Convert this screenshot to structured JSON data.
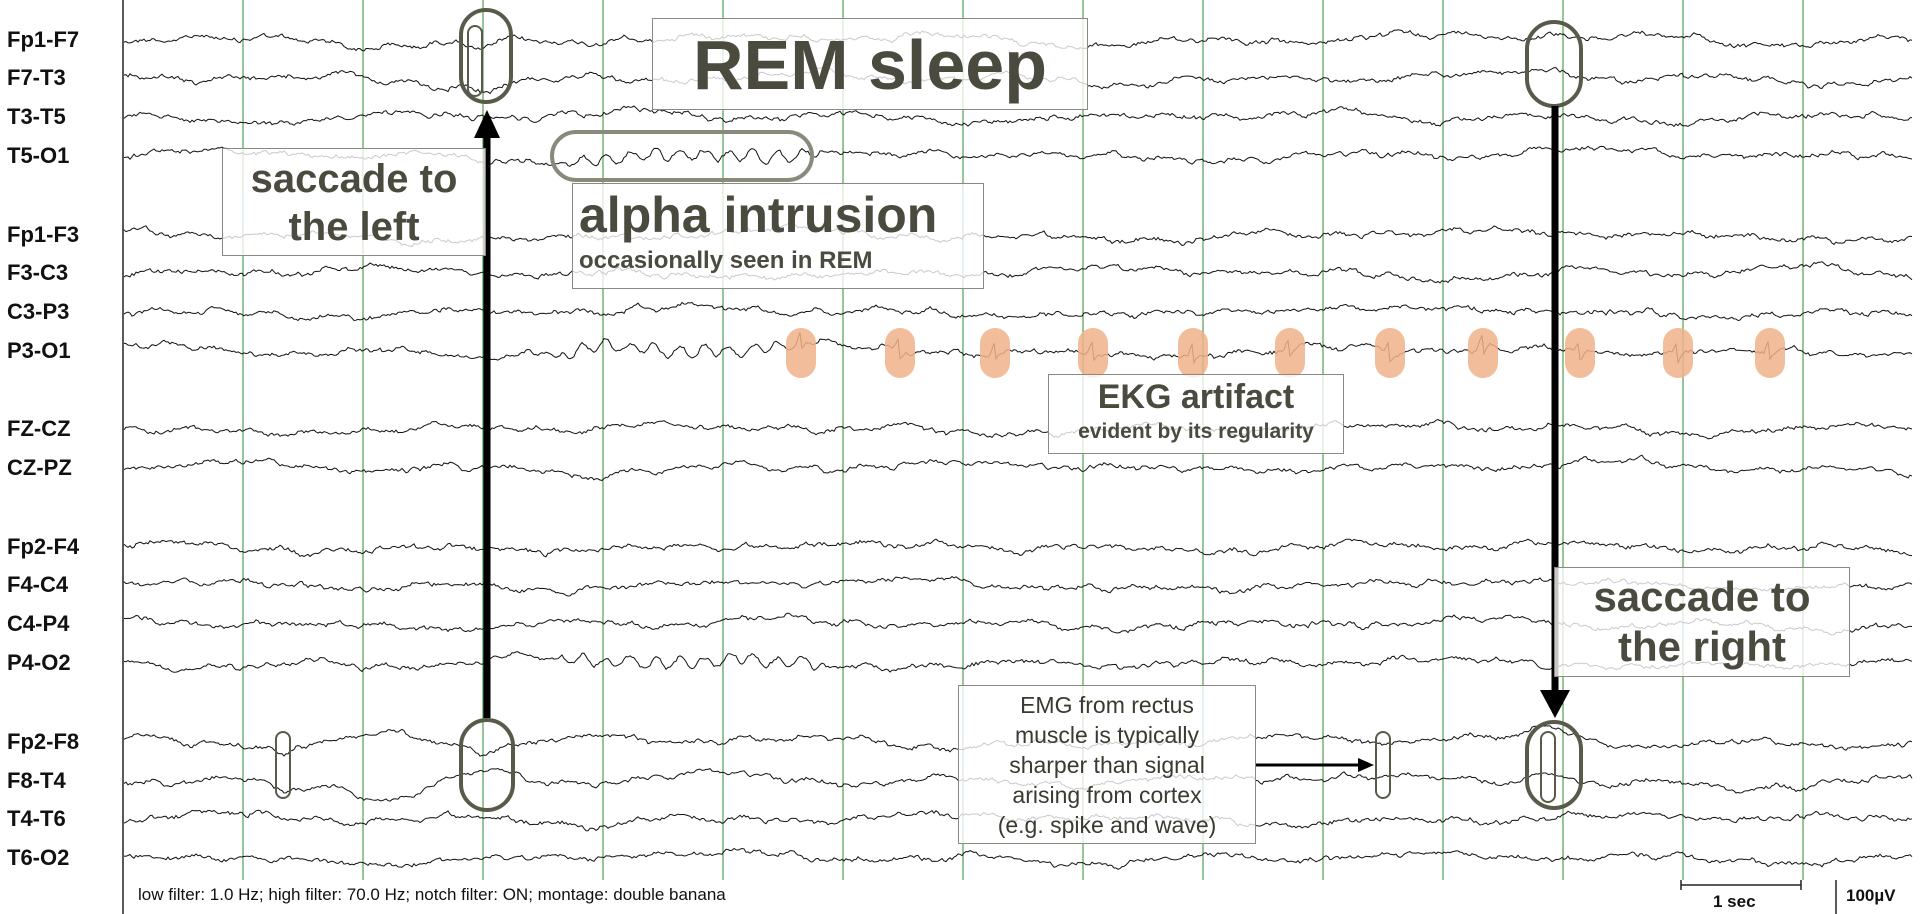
{
  "channels": [
    "Fp1-F7",
    "F7-T3",
    "T3-T5",
    "T5-O1",
    "Fp1-F3",
    "F3-C3",
    "C3-P3",
    "P3-O1",
    "FZ-CZ",
    "CZ-PZ",
    "Fp2-F4",
    "F4-C4",
    "C4-P4",
    "P4-O2",
    "Fp2-F8",
    "F8-T4",
    "T4-T6",
    "T6-O2"
  ],
  "annotations": {
    "title": "REM sleep",
    "saccade_left_1": "saccade to",
    "saccade_left_2": "the left",
    "alpha_title": "alpha intrusion",
    "alpha_sub": "occasionally seen in REM",
    "ekg_title": "EKG artifact",
    "ekg_sub": "evident by its regularity",
    "saccade_right_1": "saccade to",
    "saccade_right_2": "the right",
    "emg_1": "EMG from rectus",
    "emg_2": "muscle is typically",
    "emg_3": "sharper than signal",
    "emg_4": "arising from cortex",
    "emg_5": "(e.g. spike and wave)"
  },
  "footer": {
    "filters": "low filter: 1.0 Hz; high filter: 70.0 Hz; notch filter: ON; montage: double banana",
    "time_scale": "1 sec",
    "amplitude_scale": "100µV"
  },
  "colors": {
    "trace": "#111111",
    "gridline": "#2e8b2e",
    "annotation_text": "#4a4a3e",
    "ellipse": "#5a5a4a",
    "ekg_marker": "#f0b28a"
  }
}
